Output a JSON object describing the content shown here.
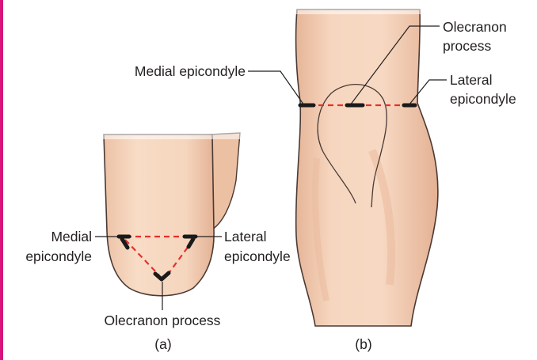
{
  "colors": {
    "skin": "#f6d7c0",
    "skin_shade": "#ecc2a5",
    "skin_dark": "#e0ad8d",
    "outline": "#4a3a35",
    "dash": "#e6312b",
    "frame": "#d6147c",
    "text": "#231f20"
  },
  "panel_a": {
    "caption": "(a)",
    "labels": {
      "medial_line1": "Medial",
      "medial_line2": "epicondyle",
      "lateral_line1": "Lateral",
      "lateral_line2": "epicondyle",
      "olecranon": "Olecranon process"
    }
  },
  "panel_b": {
    "caption": "(b)",
    "labels": {
      "medial": "Medial epicondyle",
      "olecranon_line1": "Olecranon",
      "olecranon_line2": "process",
      "lateral_line1": "Lateral",
      "lateral_line2": "epicondyle"
    }
  }
}
